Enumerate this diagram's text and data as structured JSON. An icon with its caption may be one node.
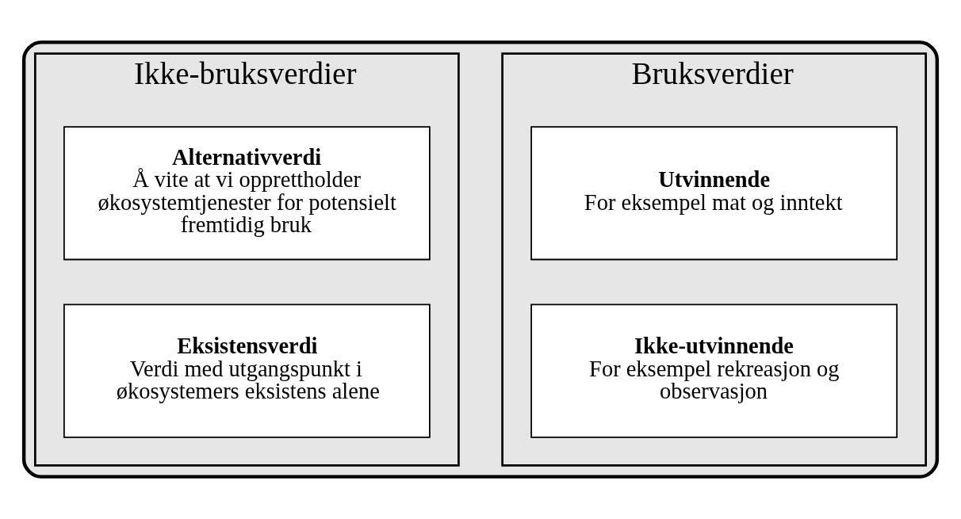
{
  "diagram": {
    "nodes": [
      {
        "text": [],
        "shape": "box"
      },
      {
        "text": [
          "Bruksverdier"
        ],
        "in": 0
      },
      {
        "text": [
          "Utvinnende",
          "For eksempel mat og inntekt"
        ],
        "in": 1
      },
      {
        "text": [
          "Ikke-utvinnende",
          "For eksempel rekreasjon og observasjon"
        ],
        "in": 1
      },
      {
        "text": [
          "Ikke-bruksverdier"
        ],
        "in": 0
      },
      {
        "text": [
          "Alternativverdi",
          "Å vite at vi opprettholder økosystemtjenester for potensielt fremtidig bruk"
        ],
        "in": 4
      },
      {
        "text": [
          "Eksistensverdi",
          "Verdi med utgangspunkt i økosystemers eksistens alene"
        ],
        "in": 4
      }
    ],
    "edges": []
  }
}
